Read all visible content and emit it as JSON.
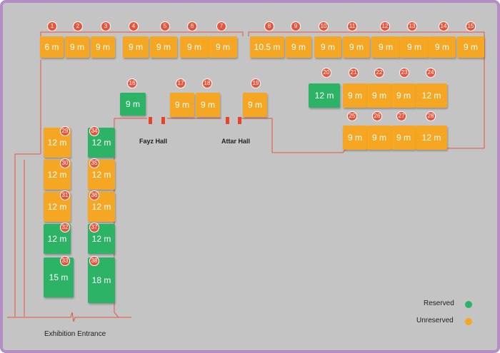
{
  "colors": {
    "reserved": "#2db365",
    "unreserved": "#f5a623",
    "badge": "#e8553c",
    "wall": "#e8553c",
    "border": "#b48ec4"
  },
  "halls": [
    {
      "name": "Fayz Hall"
    },
    {
      "name": "Attar Hall"
    }
  ],
  "entrance_label": "Exhibition Entrance",
  "legend": [
    {
      "label": "Reserved",
      "status": "reserved"
    },
    {
      "label": "Unreserved",
      "status": "unreserved"
    }
  ],
  "booths": [
    {
      "number": "1",
      "size": "6 m",
      "status": "unreserved"
    },
    {
      "number": "2",
      "size": "9 m",
      "status": "unreserved"
    },
    {
      "number": "3",
      "size": "9 m",
      "status": "unreserved"
    },
    {
      "number": "4",
      "size": "9 m",
      "status": "unreserved"
    },
    {
      "number": "5",
      "size": "9 m",
      "status": "unreserved"
    },
    {
      "number": "6",
      "size": "9 m",
      "status": "unreserved"
    },
    {
      "number": "7",
      "size": "9 m",
      "status": "unreserved"
    },
    {
      "number": "8",
      "size": "10.5 m",
      "status": "unreserved"
    },
    {
      "number": "9",
      "size": "9 m",
      "status": "unreserved"
    },
    {
      "number": "10",
      "size": "9 m",
      "status": "unreserved"
    },
    {
      "number": "11",
      "size": "9 m",
      "status": "unreserved"
    },
    {
      "number": "12",
      "size": "9 m",
      "status": "unreserved"
    },
    {
      "number": "13",
      "size": "9 m",
      "status": "unreserved"
    },
    {
      "number": "14",
      "size": "9 m",
      "status": "unreserved"
    },
    {
      "number": "15",
      "size": "9 m",
      "status": "unreserved"
    },
    {
      "number": "16",
      "size": "9 m",
      "status": "reserved"
    },
    {
      "number": "17",
      "size": "9 m",
      "status": "unreserved"
    },
    {
      "number": "18",
      "size": "9 m",
      "status": "unreserved"
    },
    {
      "number": "19",
      "size": "9 m",
      "status": "unreserved"
    },
    {
      "number": "20",
      "size": "12 m",
      "status": "reserved"
    },
    {
      "number": "21",
      "size": "9 m",
      "status": "unreserved"
    },
    {
      "number": "22",
      "size": "9 m",
      "status": "unreserved"
    },
    {
      "number": "23",
      "size": "9 m",
      "status": "unreserved"
    },
    {
      "number": "24",
      "size": "12 m",
      "status": "unreserved"
    },
    {
      "number": "25",
      "size": "9 m",
      "status": "unreserved"
    },
    {
      "number": "26",
      "size": "9 m",
      "status": "unreserved"
    },
    {
      "number": "27",
      "size": "9 m",
      "status": "unreserved"
    },
    {
      "number": "28",
      "size": "12 m",
      "status": "unreserved"
    },
    {
      "number": "29",
      "size": "12 m",
      "status": "unreserved"
    },
    {
      "number": "30",
      "size": "12 m",
      "status": "unreserved"
    },
    {
      "number": "31",
      "size": "12 m",
      "status": "unreserved"
    },
    {
      "number": "32",
      "size": "12 m",
      "status": "reserved"
    },
    {
      "number": "33",
      "size": "15 m",
      "status": "reserved"
    },
    {
      "number": "34",
      "size": "12 m",
      "status": "reserved"
    },
    {
      "number": "35",
      "size": "12 m",
      "status": "unreserved"
    },
    {
      "number": "36",
      "size": "12 m",
      "status": "unreserved"
    },
    {
      "number": "37",
      "size": "12 m",
      "status": "reserved"
    },
    {
      "number": "38",
      "size": "18 m",
      "status": "reserved"
    }
  ]
}
